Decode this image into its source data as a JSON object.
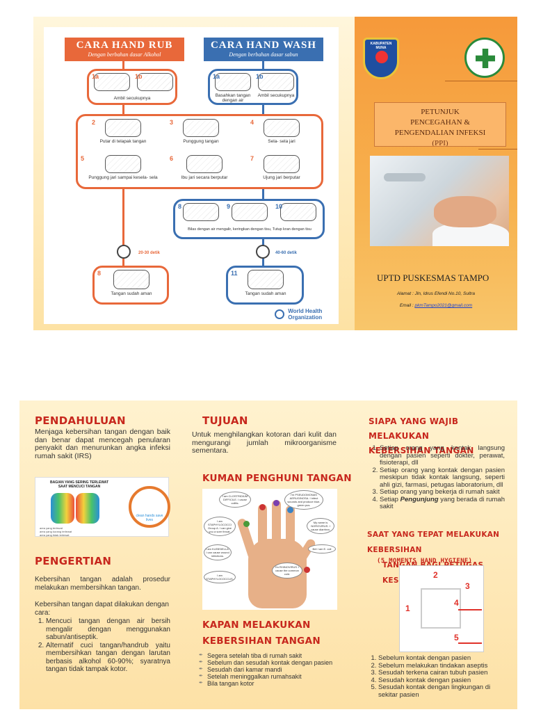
{
  "poster": {
    "rub_title": "CARA HAND RUB",
    "rub_subtitle": "Dengan berbahan dasar Alkohol",
    "wash_title": "CARA HAND WASH",
    "wash_subtitle": "Dengan berbahan dasar sabun",
    "rub_steps_top": [
      {
        "num": "1a",
        "label": ""
      },
      {
        "num": "1b",
        "label": "Ambil secukupnya"
      }
    ],
    "wash_steps_top": [
      {
        "num": "1a",
        "label": "Basahkan tangan dengan air"
      },
      {
        "num": "1b",
        "label": "Ambil secukupnya"
      }
    ],
    "shared_steps": [
      {
        "num": "2",
        "label": "Putar di telapak tangan"
      },
      {
        "num": "3",
        "label": "Punggung tangan"
      },
      {
        "num": "4",
        "label": "Sela- sela jari"
      },
      {
        "num": "5",
        "label": "Punggung jari sampai kesela- sela"
      },
      {
        "num": "6",
        "label": "Ibu jari secara berputar"
      },
      {
        "num": "7",
        "label": "Ujung jari berputar"
      }
    ],
    "rinse_steps": [
      {
        "num": "8",
        "label": ""
      },
      {
        "num": "9",
        "label": ""
      },
      {
        "num": "10",
        "label": ""
      }
    ],
    "rinse_caption": "Bilas dengan air mengalir, keringkan dengan tisu, Tutup kran dengan tisu",
    "rub_time": "20-30 detik",
    "wash_time": "40-60 detik",
    "rub_final": {
      "num": "8",
      "label": "Tangan sudah aman"
    },
    "wash_final": {
      "num": "11",
      "label": "Tangan sudah aman"
    },
    "who_line1": "World Health",
    "who_line2": "Organization"
  },
  "cover": {
    "kab_logo_text": "KABUPATEN MUNA",
    "title_line1": "PETUNJUK",
    "title_line2": "PENCEGAHAN &",
    "title_line3": "PENGENDALIAN INFEKSI",
    "title_line4": "(PPI)",
    "org": "UPTD PUSKESMAS TAMPO",
    "address": "Alamat : Jln, Idrus Efendi No.10, Sultra",
    "email_label": "Email :",
    "email": "pkmTampo2021@gmail.com"
  },
  "pendahuluan": {
    "title": "PENDAHULUAN",
    "text": "Menjaga kebersihan tangan dengan baik dan benar dapat mencegah penularan penyakit dan menurunkan angka infeksi rumah sakit (IRS)",
    "img_caption": "BAGIAN YANG SERING TERLEWAT SAAT MENCUCI TANGAN",
    "img_legend": [
      "area yang terlewat",
      "area yang kurang terlewat",
      "area yang tidak terlewat"
    ],
    "img_badge": "clean hands save lives"
  },
  "pengertian": {
    "title": "PENGERTIAN",
    "p1": "Kebersihan tangan adalah prosedur melakukan membersihkan tangan.",
    "p2": "Kebersihan tangan dapat dilakukan dengan cara:",
    "items": [
      "Mencuci tangan dengan air bersih mengalir dengan menggunakan sabun/antiseptik.",
      "Alternatif cuci tangan/handrub yaitu membersihkan tangan dengan larutan berbasis alkohol 60-90%; syaratnya tangan tidak tampak kotor."
    ]
  },
  "tujuan": {
    "title": "TUJUAN",
    "text": "Untuk menghilangkan kotoran dari kulit dan mengurangi jumlah mikroorganisme sementara."
  },
  "kuman": {
    "title": "KUMAN PENGHUNI TANGAN",
    "bubbles": [
      "I am CLOSTRIDIUM DIFFICILE. I cause colitis.",
      "I'm PSEUDOMONAS AERUGINOSA. I infect wounds and produce blue-green pus.",
      "I am STAPHYLOCOCCI Group A. I can give you a sore throat.",
      "My name is NOROVIRUS. I cause diarrhea.",
      "I am KLEBSIELLA. I can cause wound infections.",
      "I'm RHINOVIRUS. I cause the common cold.",
      "Bet I am E. coli",
      "I am STAPHYLOCOCCUS."
    ]
  },
  "kapan": {
    "title_line1": "KAPAN MELAKUKAN",
    "title_line2": "KEBERSIHAN TANGAN",
    "items": [
      "Segera setelah tiba di rumah sakit",
      "Sebelum dan sesudah kontak dengan pasien",
      "Sesudah dari kamar mandi",
      "Setelah meninggalkan rumahsakit",
      "Bila tangan kotor"
    ]
  },
  "siapa": {
    "title_line1": "SIAPA YANG WAJIB MELAKUKAN",
    "title_line2": "KEBERSIHAN TANGAN",
    "items": [
      "Setiap orang yang kontak langsung dengan pasien seperti dokter, perawat, fisioterapi, dll",
      "Setiap orang yang kontak dengan pasien meskipun tidak kontak langsung, seperti ahli gizi, farmasi, petugas laboratorium, dll",
      "Setiap orang yang bekerja di rumah sakit"
    ],
    "item4_prefix": "Setiap ",
    "item4_em": "Pengunjung",
    "item4_suffix": " yang berada di rumah sakit"
  },
  "saat": {
    "title_line1": "SAAT YANG TEPAT MELAKUKAN KEBERSIHAN",
    "title_line2": "TANGAN BAGI PETUGAS KESEHATAN",
    "subtitle": "(5 MOMENTS HAND HYGIENE)",
    "img_labels": [
      "1",
      "2",
      "3",
      "4",
      "5"
    ],
    "items": [
      "Sebelum kontak dengan pasien",
      "Sebelum melakukan tindakan aseptis",
      "Sesudah terkena cairan tubuh pasien",
      "Sesudah kontak dengan pasien",
      "Sesudah kontak dengan lingkungan di sekitar pasien"
    ]
  },
  "colors": {
    "accent_red": "#c7271d",
    "orange": "#e8683a",
    "blue": "#3a6fb1",
    "cover_orange": "#f6993a"
  }
}
